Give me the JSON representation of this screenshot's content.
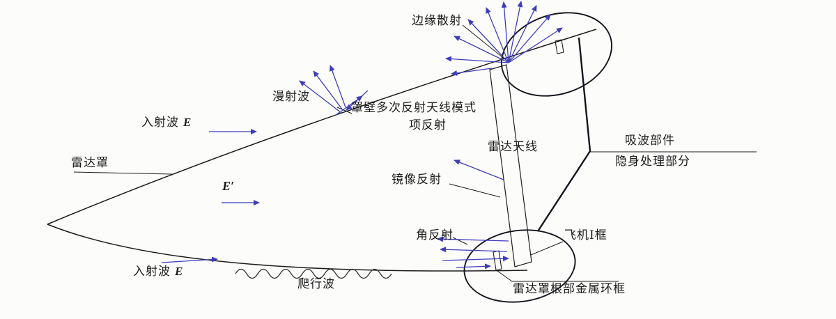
{
  "diagram": {
    "background": "#fcfcfb",
    "ink_color": "#1c1c1c",
    "wave_arrow_color": "#3d3dbb",
    "labels": {
      "edge_scatter": "边缘散射",
      "diffuse_wave": "漫射波",
      "incident_wave": "入射波",
      "incident_symbol": "E",
      "wall_reflect_line1": "罩壁多次反射天线模式",
      "wall_reflect_line2": "项反射",
      "radar_antenna": "雷达天线",
      "absorber_line1": "吸波部件",
      "absorber_line2": "隐身处理部分",
      "radome": "雷达罩",
      "e_prime": "E′",
      "mirror_reflect": "镜像反射",
      "corner_reflect": "角反射",
      "aircraft_frame": "飞机Ⅰ框",
      "incident_wave_bottom": "入射波",
      "incident_symbol_bottom": "E",
      "creeping_wave": "爬行波",
      "metal_ring": "雷达罩根部金属环框"
    }
  }
}
